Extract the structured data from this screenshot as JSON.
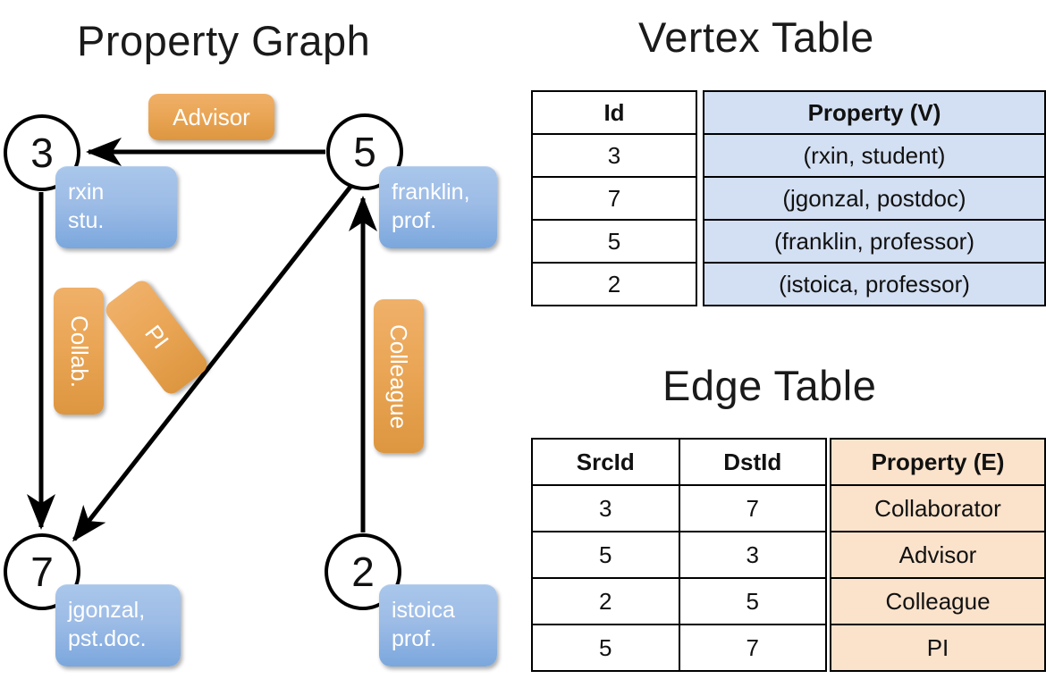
{
  "titles": {
    "property_graph": "Property Graph",
    "vertex_table": "Vertex Table",
    "edge_table": "Edge Table"
  },
  "colors": {
    "node_stroke": "#000000",
    "vertex_property_fill": "#d3dff2",
    "edge_property_fill": "#fae2cb",
    "blue_box": "#9dbce6",
    "orange_box": "#eaa656",
    "background": "#ffffff"
  },
  "graph": {
    "nodes": [
      {
        "id": "3",
        "name": "node-3",
        "label": "3",
        "property_line1": "rxin",
        "property_line2": "stu."
      },
      {
        "id": "5",
        "name": "node-5",
        "label": "5",
        "property_line1": "franklin,",
        "property_line2": "prof."
      },
      {
        "id": "7",
        "name": "node-7",
        "label": "7",
        "property_line1": "jgonzal,",
        "property_line2": "pst.doc."
      },
      {
        "id": "2",
        "name": "node-2",
        "label": "2",
        "property_line1": "istoica",
        "property_line2": "prof."
      }
    ],
    "edge_labels": [
      {
        "name": "edge-label-advisor",
        "label": "Advisor",
        "orientation": "horizontal"
      },
      {
        "name": "edge-label-collab",
        "label": "Collab.",
        "orientation": "vertical"
      },
      {
        "name": "edge-label-pi",
        "label": "PI",
        "orientation": "vertical-rotated"
      },
      {
        "name": "edge-label-colleague",
        "label": "Colleague",
        "orientation": "vertical"
      }
    ],
    "edges": [
      {
        "src": "5",
        "dst": "3",
        "label": "Advisor"
      },
      {
        "src": "3",
        "dst": "7",
        "label": "Collab."
      },
      {
        "src": "5",
        "dst": "7",
        "label": "PI"
      },
      {
        "src": "2",
        "dst": "5",
        "label": "Colleague"
      }
    ]
  },
  "vertex_table": {
    "headers": [
      "Id",
      "Property (V)"
    ],
    "rows": [
      {
        "id": "3",
        "property": "(rxin, student)"
      },
      {
        "id": "7",
        "property": "(jgonzal, postdoc)"
      },
      {
        "id": "5",
        "property": "(franklin, professor)"
      },
      {
        "id": "2",
        "property": "(istoica, professor)"
      }
    ]
  },
  "edge_table": {
    "headers": [
      "SrcId",
      "DstId",
      "Property (E)"
    ],
    "rows": [
      {
        "src": "3",
        "dst": "7",
        "property": "Collaborator"
      },
      {
        "src": "5",
        "dst": "3",
        "property": "Advisor"
      },
      {
        "src": "2",
        "dst": "5",
        "property": "Colleague"
      },
      {
        "src": "5",
        "dst": "7",
        "property": "PI"
      }
    ]
  }
}
